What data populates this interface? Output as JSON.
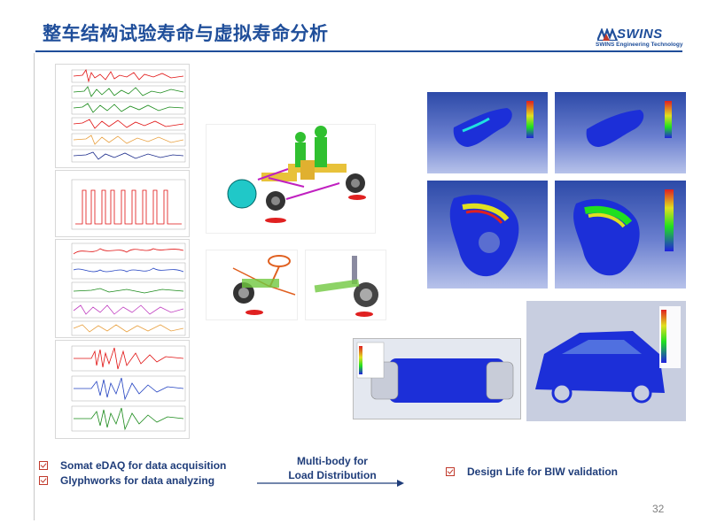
{
  "header": {
    "title": "整车结构试验寿命与虚拟寿命分析",
    "logo_text": "SWINS",
    "logo_subtitle": "SWINS Engineering Technology"
  },
  "bullets_left": [
    "Somat eDAQ for data acquisition",
    "Glyphworks for data analyzing"
  ],
  "multibody": {
    "line1": "Multi-body for",
    "line2": "Load Distribution"
  },
  "bullet_right": "Design Life for BIW validation",
  "page_number": "32",
  "colors": {
    "title": "#1f4e9a",
    "text": "#1f3d7a",
    "check": "#c0392b",
    "fea_blue": "#1c2fd8",
    "fea_bg": "#2d4aa8"
  }
}
